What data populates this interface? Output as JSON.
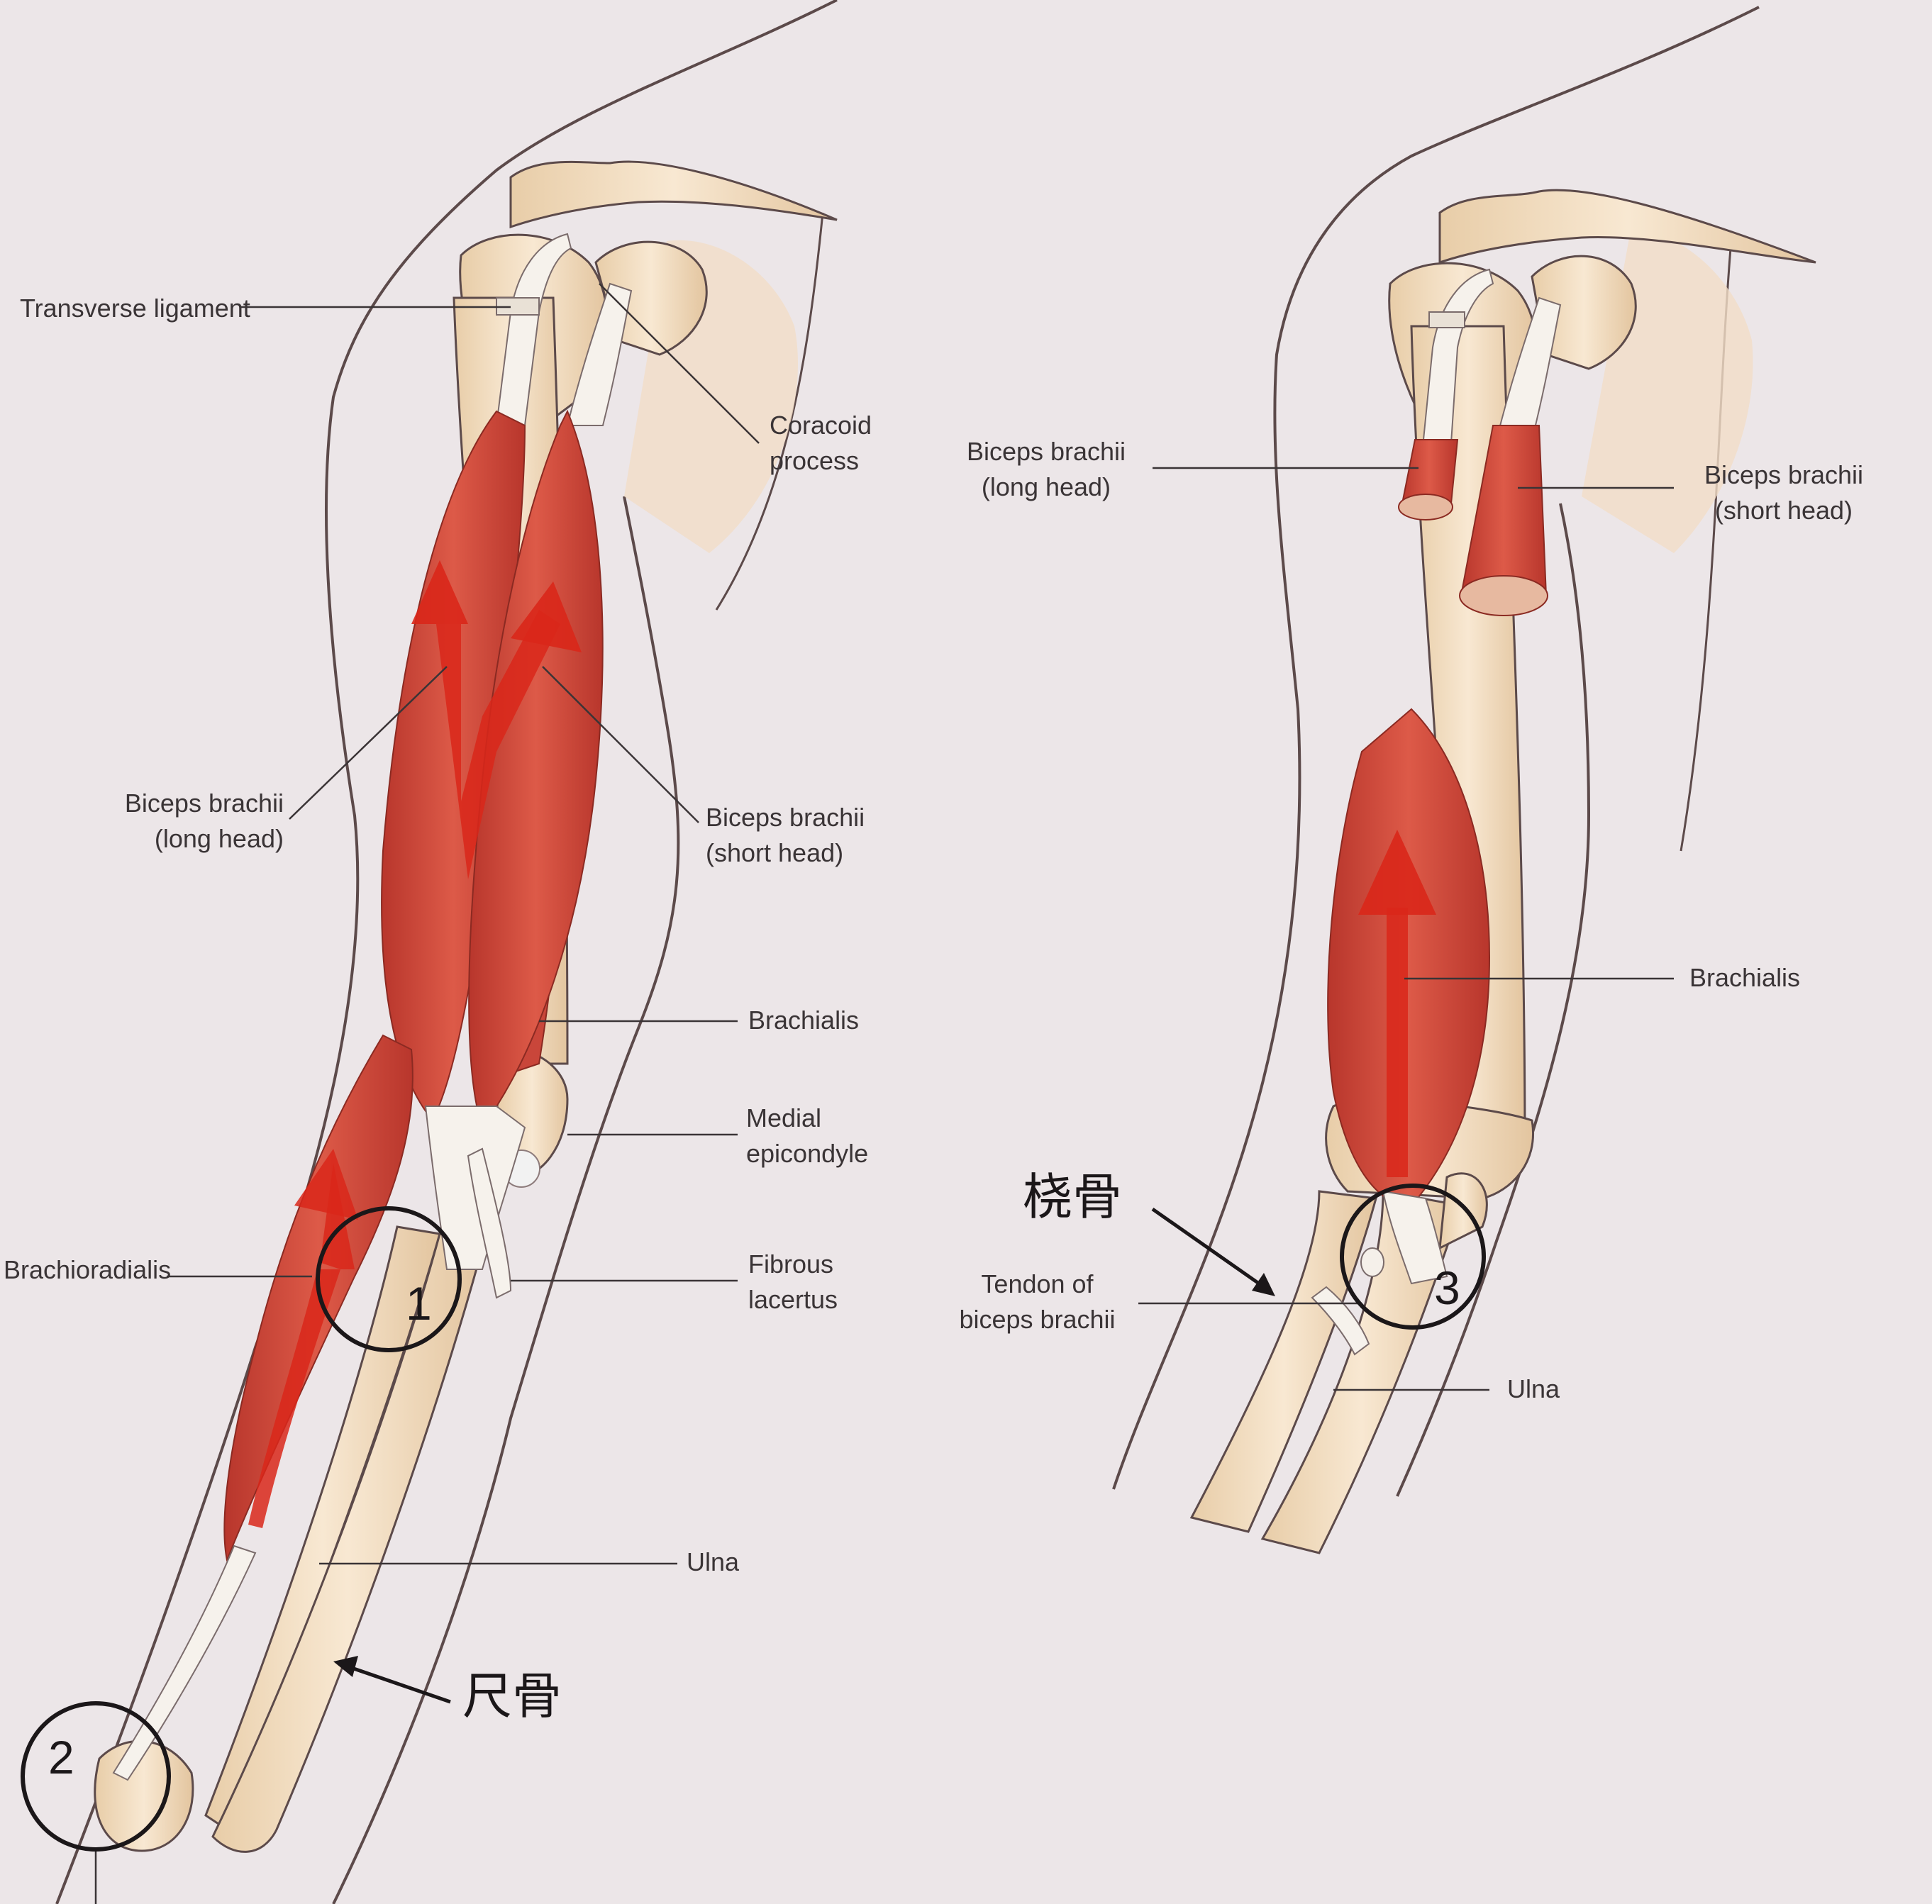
{
  "colors": {
    "page": "#ece6e8",
    "muscle": "#cf4a3c",
    "muscle_dark": "#b33128",
    "bone": "#f1dcbf",
    "tendon": "#f4efe8",
    "outline": "#5c4a4a",
    "marker": "#1b1719"
  },
  "left_figure": {
    "labels": {
      "transverse_ligament": "Transverse ligament",
      "coracoid_process": [
        "Coracoid",
        "process"
      ],
      "biceps_long_head": [
        "Biceps brachii",
        "(long head)"
      ],
      "biceps_short_head": [
        "Biceps brachii",
        "(short head)"
      ],
      "brachialis": "Brachialis",
      "medial_epicondyle": [
        "Medial",
        "epicondyle"
      ],
      "brachioradialis": "Brachioradialis",
      "fibrous_lacertus": [
        "Fibrous",
        "lacertus"
      ],
      "ulna": "Ulna"
    },
    "annotation_ulna_cn": "尺骨",
    "marker_1": "1",
    "marker_2": "2"
  },
  "right_figure": {
    "labels": {
      "biceps_long_head": [
        "Biceps brachii",
        "(long head)"
      ],
      "biceps_short_head": [
        "Biceps brachii",
        "(short head)"
      ],
      "brachialis": "Brachialis",
      "tendon_of_biceps": [
        "Tendon of",
        "biceps brachii"
      ],
      "ulna": "Ulna"
    },
    "annotation_radius_cn": "桡骨",
    "marker_3": "3"
  }
}
